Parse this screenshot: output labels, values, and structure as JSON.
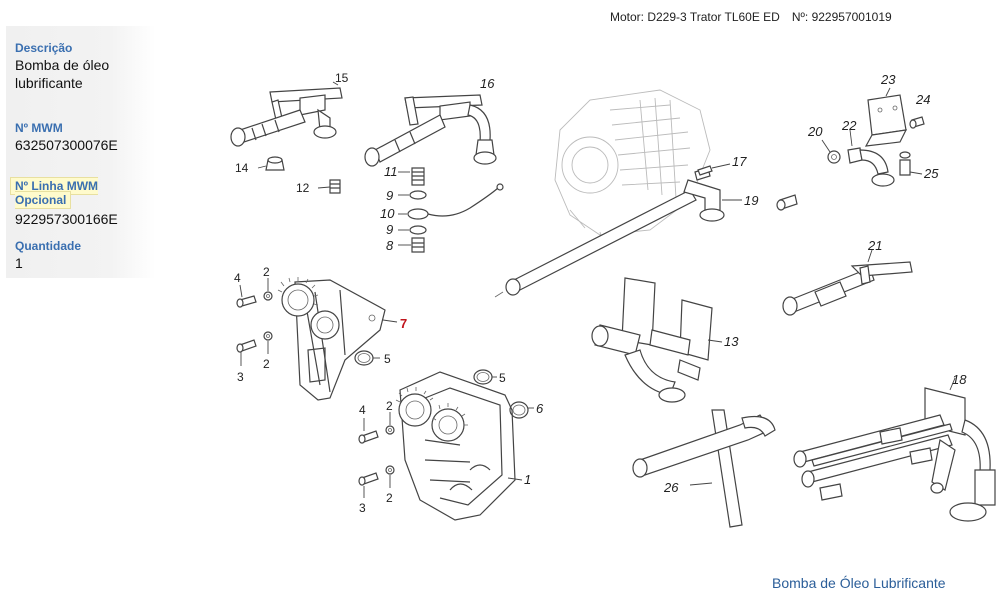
{
  "header": {
    "motor_label": "Motor: D229-3 Trator TL60E ED",
    "serial_label": "Nº: 922957001019"
  },
  "details": {
    "descricao_label": "Descrição",
    "descricao_value_line1": "Bomba de óleo",
    "descricao_value_line2": "lubrificante",
    "mwm_label": "Nº MWM",
    "mwm_value": "632507300076E",
    "opcional_label": "Nº Linha MWM Opcional",
    "opcional_value": "922957300166E",
    "quantidade_label": "Quantidade",
    "quantidade_value": "1"
  },
  "diagram": {
    "callouts": [
      "15",
      "16",
      "14",
      "12",
      "11",
      "9",
      "10",
      "9",
      "8",
      "23",
      "24",
      "20",
      "22",
      "25",
      "17",
      "19",
      "21",
      "4",
      "2",
      "7",
      "3",
      "2",
      "5",
      "5",
      "6",
      "4",
      "2",
      "3",
      "2",
      "1",
      "13",
      "18",
      "26"
    ],
    "selected_callout": "7"
  },
  "footer": {
    "caption": "Bomba de Óleo Lubrificante"
  },
  "colors": {
    "label_blue": "#3a6fb0",
    "caption_blue": "#2b5e99",
    "selected_red": "#c0141c",
    "highlight_yellow": "#fffbcc"
  }
}
